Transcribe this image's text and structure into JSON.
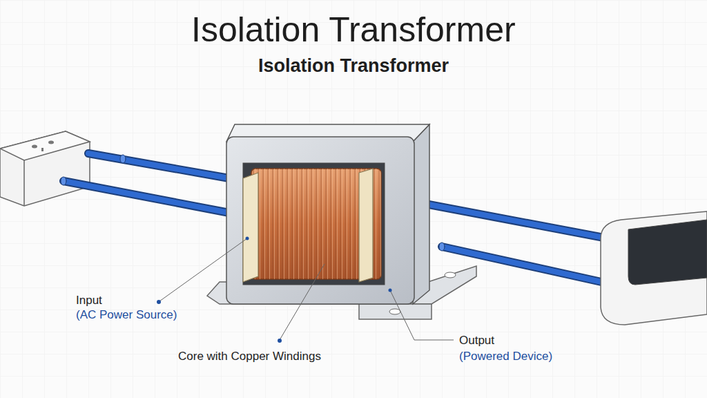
{
  "diagram": {
    "title": "Isolation Transformer",
    "labels": [
      "Isolation Transformer",
      "Input",
      "(AC Power Source)",
      "Core with Copper Windings",
      "Output",
      "(Powered Device)"
    ]
  }
}
